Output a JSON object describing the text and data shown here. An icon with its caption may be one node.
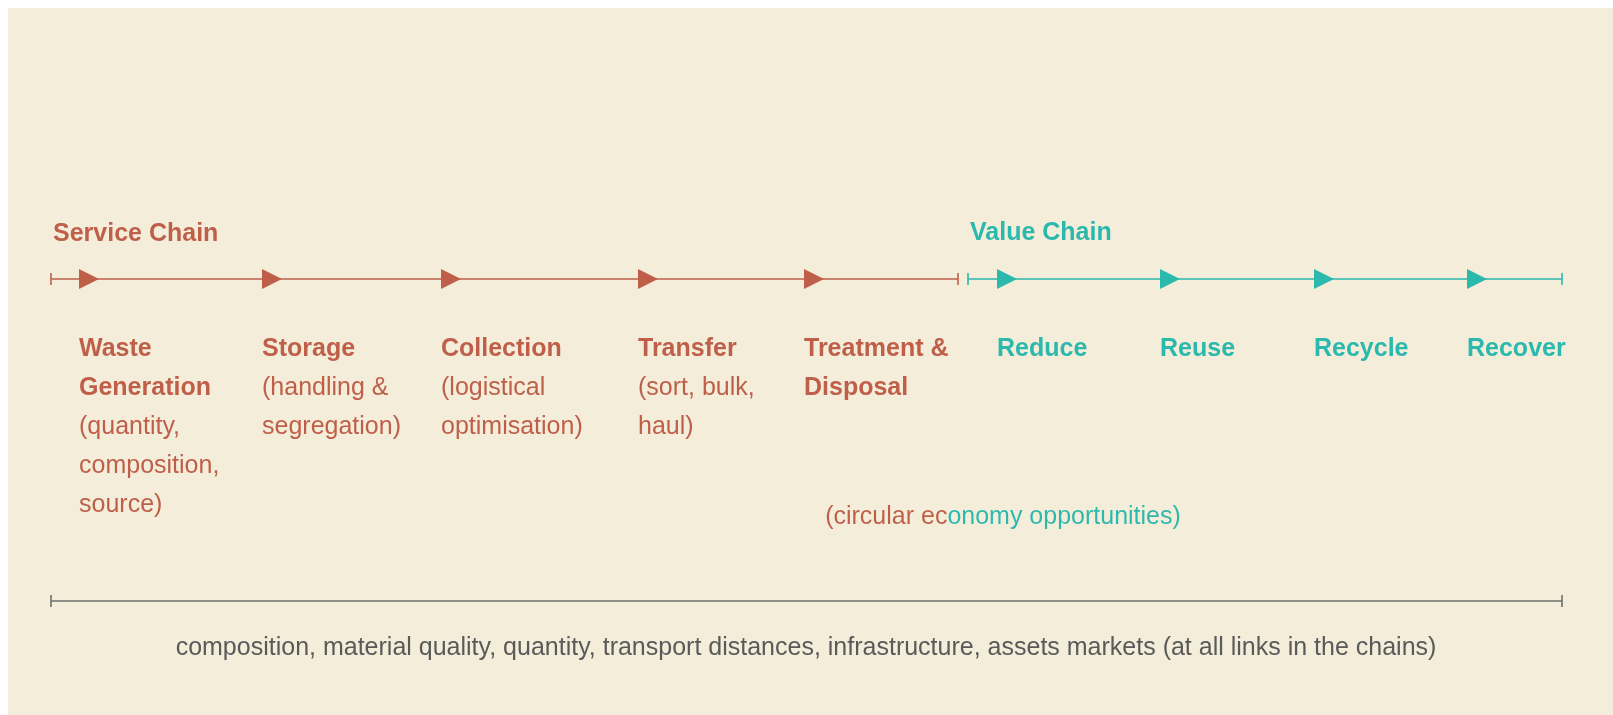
{
  "diagram": {
    "nodes": [
      {
        "text": [
          "Waste Generation",
          "(quantity, composition, source)"
        ]
      },
      {
        "text": [
          "Storage",
          "(handling & segregation)"
        ]
      },
      {
        "text": [
          "Collection",
          "(logistical optimisation)"
        ]
      },
      {
        "text": [
          "Transfer",
          "(sort, bulk, haul)"
        ]
      },
      {
        "text": [
          "Treatment & Disposal"
        ]
      },
      {
        "text": [
          "Reduce"
        ]
      },
      {
        "text": [
          "Reuse"
        ]
      },
      {
        "text": [
          "Recycle"
        ]
      },
      {
        "text": [
          "Recover"
        ]
      }
    ],
    "labels": [
      "Service Chain",
      "Value Chain",
      "(circular economy opportunities)",
      "composition, material quality, quantity, transport distances, infrastructure, assets markets (at all links in the chains)"
    ]
  }
}
